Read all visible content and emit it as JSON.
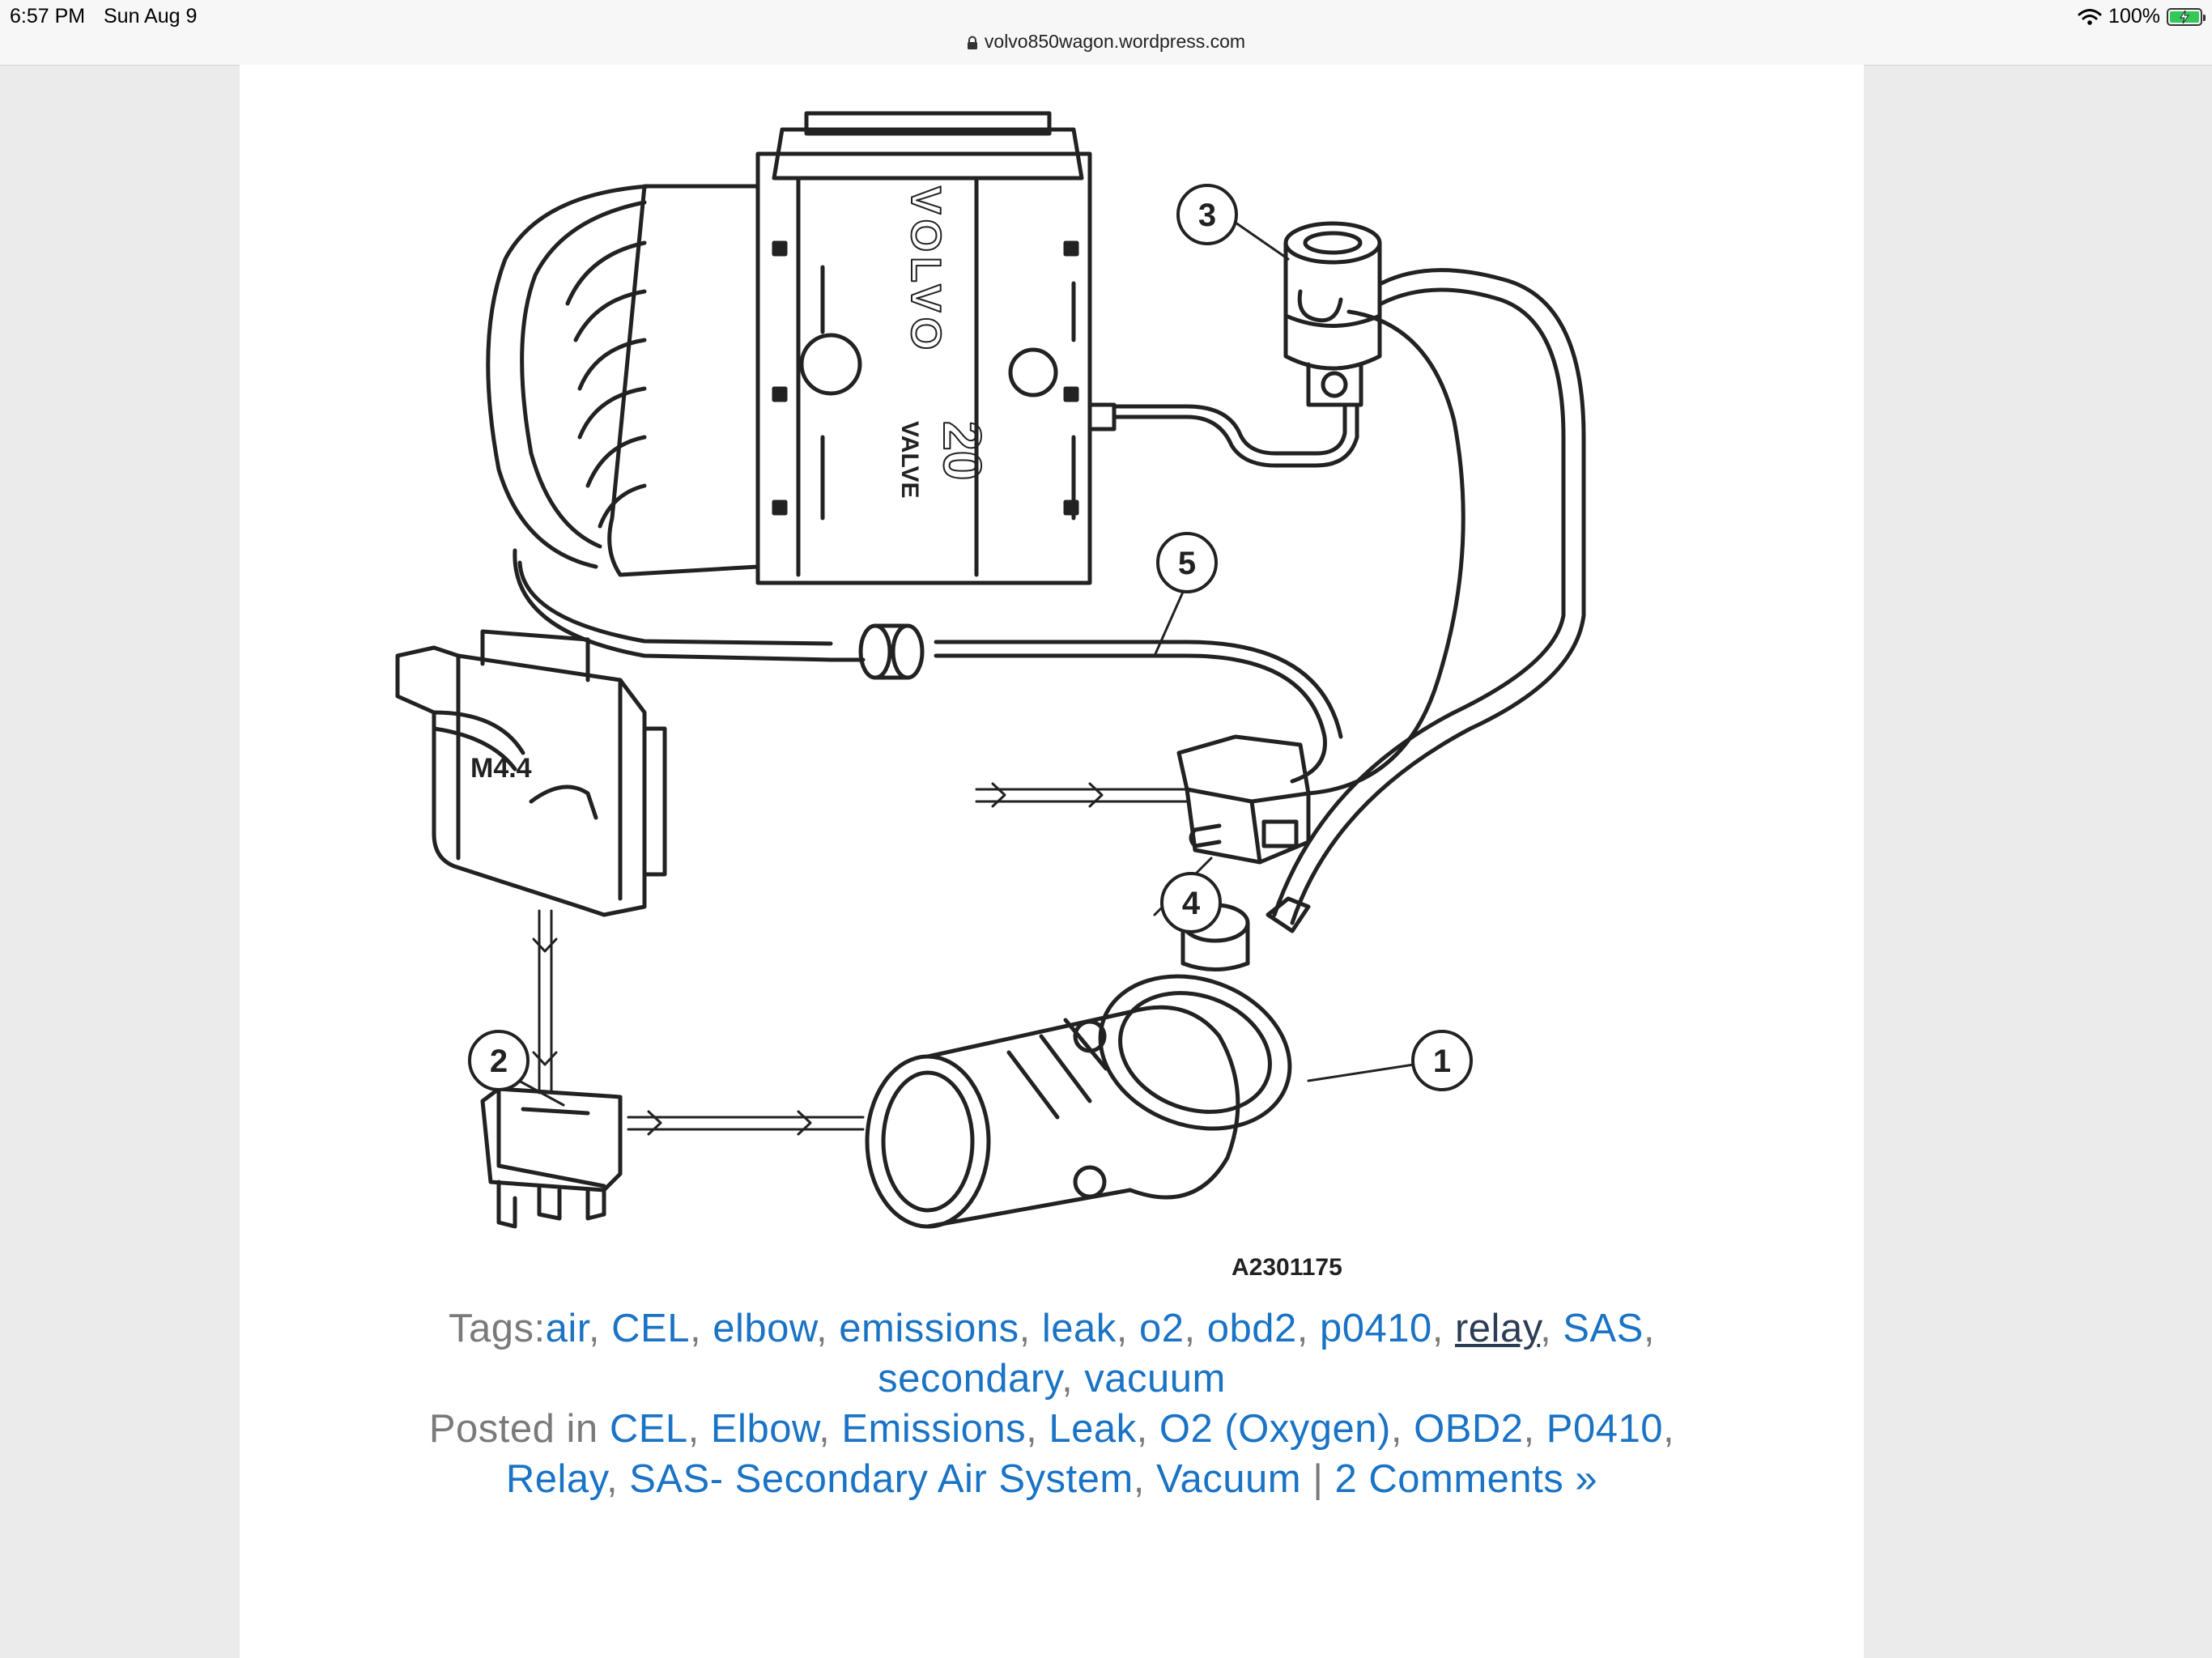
{
  "status_bar": {
    "time": "6:57 PM",
    "date": "Sun Aug 9",
    "url": "volvo850wagon.wordpress.com",
    "battery": "100%"
  },
  "diagram": {
    "engine_brand": "VOLVO",
    "engine_valve_num": "20",
    "engine_valve_word": "VALVE",
    "ecu_label": "M4.4",
    "figure_id": "A2301175",
    "callouts": [
      "1",
      "2",
      "3",
      "4",
      "5"
    ]
  },
  "tags": {
    "prefix": "Tags:",
    "items": [
      "air",
      "CEL",
      "elbow",
      "emissions",
      "leak",
      "o2",
      "obd2",
      "p0410",
      "relay",
      "SAS",
      "secondary",
      "vacuum"
    ]
  },
  "posted": {
    "prefix": "Posted in",
    "categories": [
      "CEL",
      "Elbow",
      "Emissions",
      "Leak",
      "O2 (Oxygen)",
      "OBD2",
      "P0410",
      "Relay",
      "SAS- Secondary Air System",
      "Vacuum"
    ],
    "separator": "|",
    "comments": "2 Comments »"
  }
}
